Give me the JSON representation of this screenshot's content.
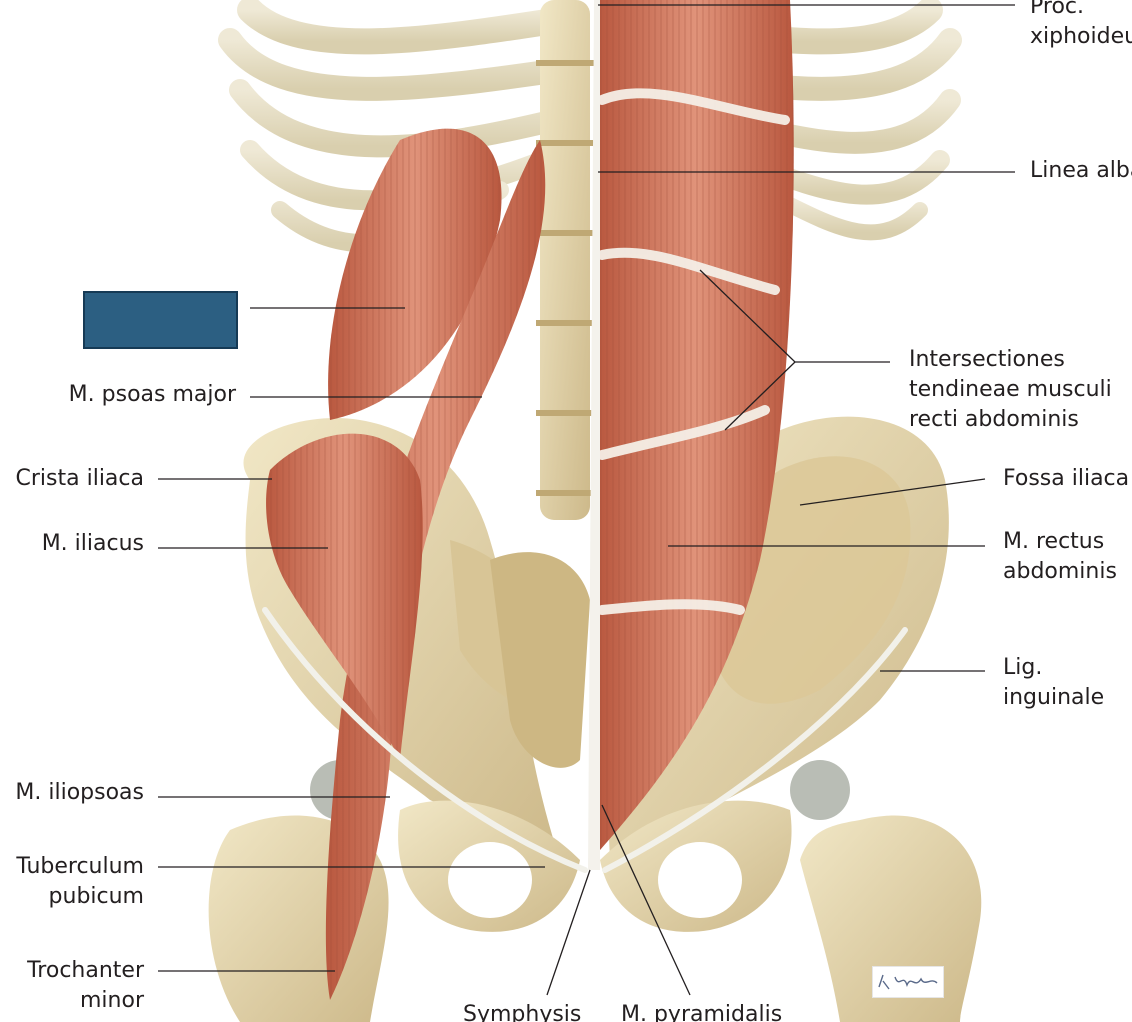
{
  "labels": {
    "proc_xiphoideus": "Proc.\nxiphoideus",
    "linea_alba": "Linea alba",
    "hidden_label": "",
    "psoas_major": "M. psoas major",
    "intersectiones": "Intersectiones\ntendineae musculi\nrecti abdominis",
    "crista_iliaca": "Crista iliaca",
    "fossa_iliaca": "Fossa iliaca",
    "iliacus": "M. iliacus",
    "rectus_abdominis": "M. rectus\nabdominis",
    "lig_inguinale": "Lig.\ninguinale",
    "iliopsoas": "M. iliopsoas",
    "tuberculum_pubicum": "Tuberculum\npubicum",
    "trochanter_minor": "Trochanter\nminor",
    "symphysis": "Symphysis",
    "pyramidalis": "M. pyramidalis"
  },
  "colors": {
    "bone": "#e8dcb4",
    "bone_shade": "#c9b583",
    "muscle": "#d07a5e",
    "muscle_dark": "#a85440",
    "tendon": "#f2f1ea",
    "leader_line": "#231f20",
    "hidden_box": "#2c5f82"
  },
  "signature": "K. Wesker"
}
